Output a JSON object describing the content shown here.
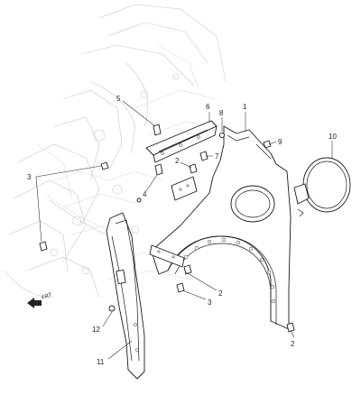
{
  "diagram": {
    "labels": {
      "p1": "1",
      "p2a": "2",
      "p2b": "2",
      "p3a": "3",
      "p3b": "3",
      "p4": "4",
      "p5": "5",
      "p6": "6",
      "p7": "7",
      "p8": "8",
      "p9": "9",
      "p10": "10",
      "p11": "11",
      "p12": "12"
    },
    "front_label": "FRT"
  }
}
